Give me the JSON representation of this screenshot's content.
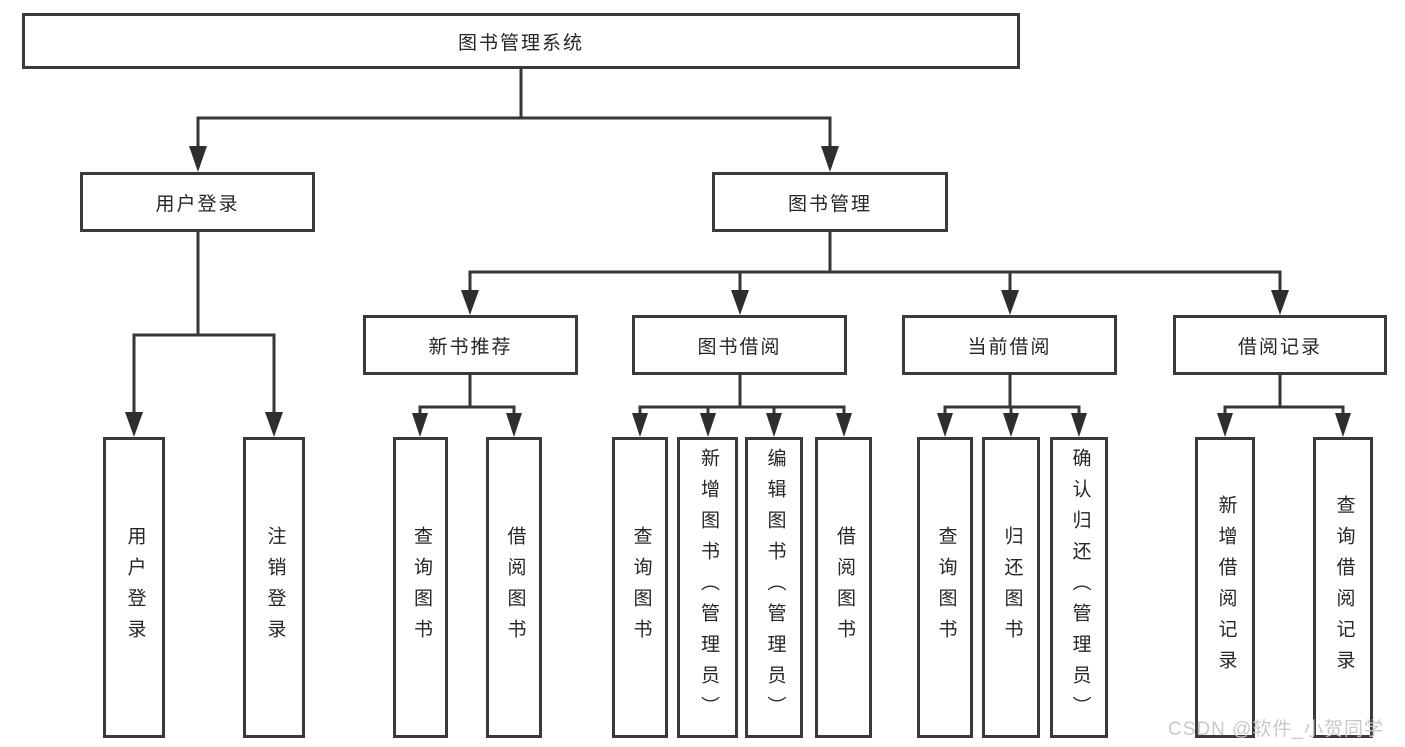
{
  "tree": {
    "label": "图书管理系统",
    "children": [
      {
        "label": "用户登录",
        "children": [
          {
            "label": "用户登录"
          },
          {
            "label": "注销登录"
          }
        ]
      },
      {
        "label": "图书管理",
        "children": [
          {
            "label": "新书推荐",
            "children": [
              {
                "label": "查询图书"
              },
              {
                "label": "借阅图书"
              }
            ]
          },
          {
            "label": "图书借阅",
            "children": [
              {
                "label": "查询图书"
              },
              {
                "label": "新增图书（管理员）"
              },
              {
                "label": "编辑图书（管理员）"
              },
              {
                "label": "借阅图书"
              }
            ]
          },
          {
            "label": "当前借阅",
            "children": [
              {
                "label": "查询图书"
              },
              {
                "label": "归还图书"
              },
              {
                "label": "确认归还（管理员）"
              }
            ]
          },
          {
            "label": "借阅记录",
            "children": [
              {
                "label": "新增借阅记录"
              },
              {
                "label": "查询借阅记录"
              }
            ]
          }
        ]
      }
    ]
  },
  "watermark": {
    "text": "CSDN @软件_小贺同学"
  },
  "colors": {
    "line": "#363636",
    "border": "#3a3a3a",
    "arrow": "#2e2e2e",
    "text": "#262626",
    "watermark": "#c9c9c9",
    "background": "#ffffff"
  }
}
